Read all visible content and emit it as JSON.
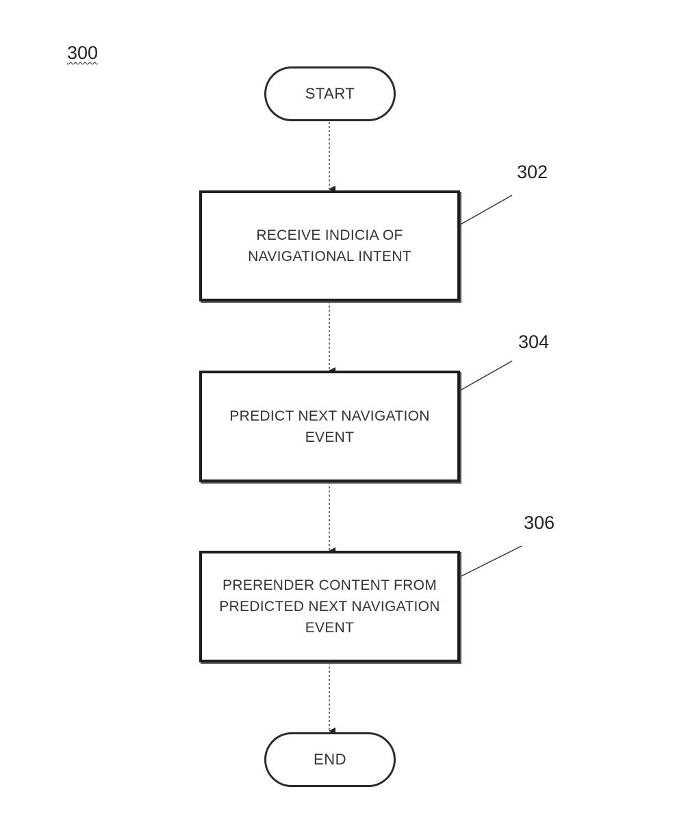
{
  "figure_number": "300",
  "nodes": {
    "start": {
      "label": "START"
    },
    "step_302": {
      "ref": "302",
      "lines": [
        "RECEIVE INDICIA OF",
        "NAVIGATIONAL INTENT"
      ]
    },
    "step_304": {
      "ref": "304",
      "lines": [
        "PREDICT NEXT NAVIGATION",
        "EVENT"
      ]
    },
    "step_306": {
      "ref": "306",
      "lines": [
        "PRERENDER CONTENT FROM",
        "PREDICTED NEXT NAVIGATION",
        "EVENT"
      ]
    },
    "end": {
      "label": "END"
    }
  },
  "flow": [
    "START",
    "302",
    "304",
    "306",
    "END"
  ]
}
